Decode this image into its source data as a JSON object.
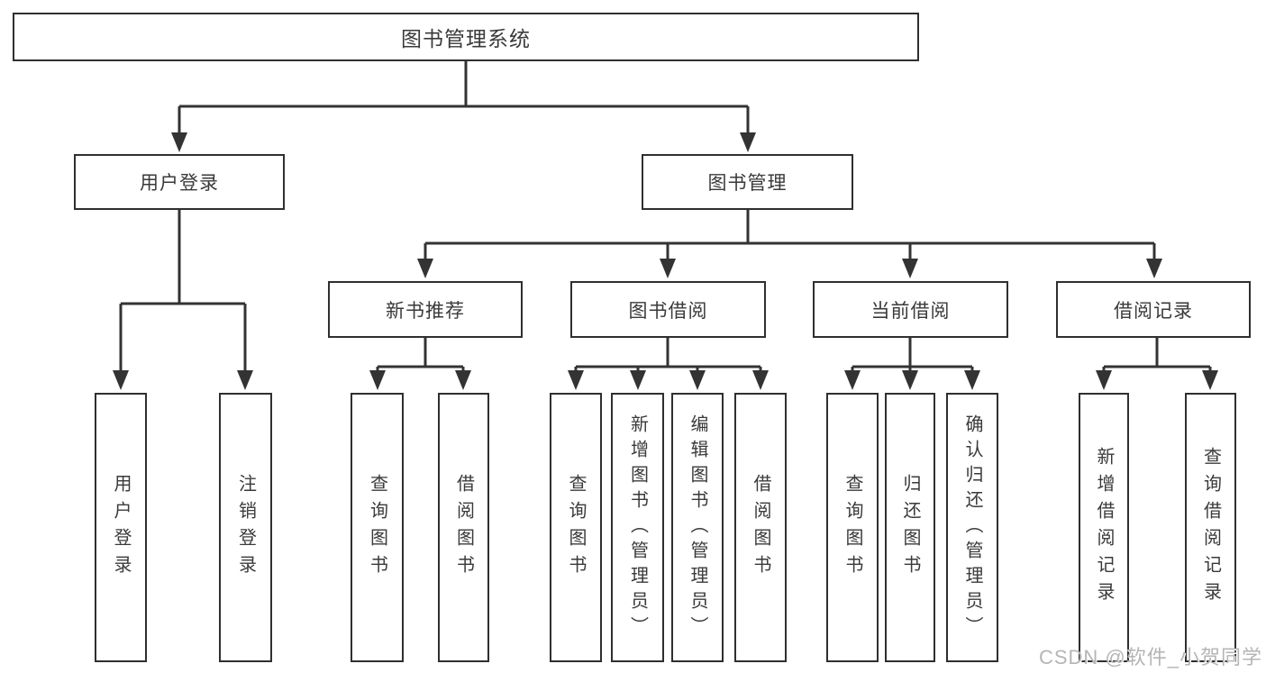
{
  "colors": {
    "line": "#333333",
    "border": "#2f2f2f",
    "text": "#3a3a3a",
    "watermark": "#b5b5b5",
    "background": "#ffffff"
  },
  "watermark": {
    "text": "CSDN @软件_小贺同学"
  },
  "diagram": {
    "type": "tree",
    "title": "图书管理系统",
    "root": {
      "label": "图书管理系统",
      "children": [
        {
          "label": "用户登录",
          "children": [
            {
              "label": "用户登录"
            },
            {
              "label": "注销登录"
            }
          ]
        },
        {
          "label": "图书管理",
          "children": [
            {
              "label": "新书推荐",
              "children": [
                {
                  "label": "查询图书"
                },
                {
                  "label": "借阅图书"
                }
              ]
            },
            {
              "label": "图书借阅",
              "children": [
                {
                  "label": "查询图书"
                },
                {
                  "label": "新增图书（管理员）"
                },
                {
                  "label": "编辑图书（管理员）"
                },
                {
                  "label": "借阅图书"
                }
              ]
            },
            {
              "label": "当前借阅",
              "children": [
                {
                  "label": "查询图书"
                },
                {
                  "label": "归还图书"
                },
                {
                  "label": "确认归还（管理员）"
                }
              ]
            },
            {
              "label": "借阅记录",
              "children": [
                {
                  "label": "新增借阅记录"
                },
                {
                  "label": "查询借阅记录"
                }
              ]
            }
          ]
        }
      ]
    }
  }
}
